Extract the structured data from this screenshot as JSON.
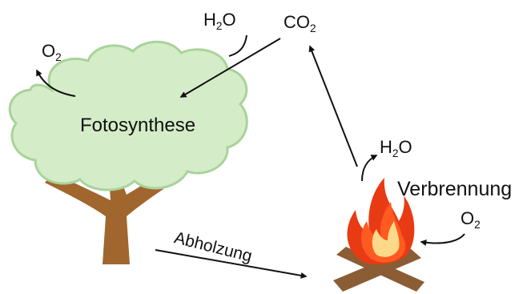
{
  "labels": {
    "photosynthesis": "Fotosynthese",
    "combustion": "Verbrennung",
    "deforestation": "Abholzung",
    "water_top": {
      "base": "H",
      "sub": "2",
      "tail": "O"
    },
    "co2_top": {
      "base": "CO",
      "sub": "2"
    },
    "oxygen_tree": {
      "base": "O",
      "sub": "2"
    },
    "water_fire": {
      "base": "H",
      "sub": "2",
      "tail": "O"
    },
    "oxygen_fire": {
      "base": "O",
      "sub": "2"
    }
  },
  "icons": {
    "tree": "tree-icon",
    "fire": "campfire-icon"
  },
  "colors": {
    "canopy_fill": "#d5ecc8",
    "canopy_stroke": "#a9d39b",
    "trunk": "#a0662e",
    "logs": "#8b5d34",
    "flame_outer": "#e83a14",
    "flame_mid": "#ff5a1f",
    "flame_inner": "#ffd98a",
    "arrow": "#111111"
  }
}
